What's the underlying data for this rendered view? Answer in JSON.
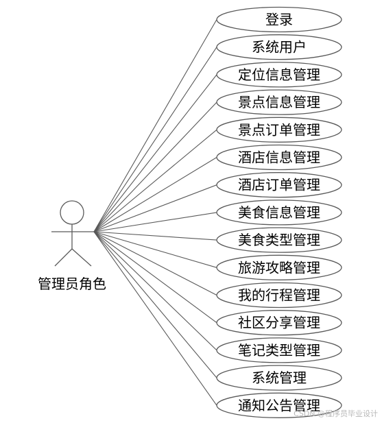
{
  "actor": {
    "label": "管理员角色"
  },
  "use_cases": [
    "登录",
    "系统用户",
    "定位信息管理",
    "景点信息管理",
    "景点订单管理",
    "酒店信息管理",
    "酒店订单管理",
    "美食信息管理",
    "美食类型管理",
    "旅游攻略管理",
    "我的行程管理",
    "社区分享管理",
    "笔记类型管理",
    "系统管理",
    "通知公告管理"
  ],
  "watermark": "CSDN @程序员毕业设计",
  "colors": {
    "stroke": "#595959",
    "ellipse_fill": "#ffffff",
    "text": "#000000"
  }
}
